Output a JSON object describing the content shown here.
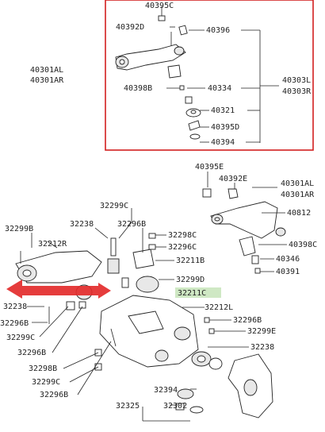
{
  "colors": {
    "red_frame": "#d21f1f",
    "highlight_bg": "#cfe8c4",
    "arrow": "#e32b2b",
    "ink": "#222222"
  },
  "upper_box": {
    "labels": {
      "p40395C": "40395C",
      "p40392D": "40392D",
      "p40396": "40396",
      "p40301AL": "40301AL",
      "p40301AR": "40301AR",
      "p40398B": "40398B",
      "p40334": "40334",
      "p40321": "40321",
      "p40395D": "40395D",
      "p40394": "40394",
      "p40303L": "40303L",
      "p40303R": "40303R"
    }
  },
  "lower": {
    "labels": {
      "p40395E": "40395E",
      "p40392E": "40392E",
      "p40301AL": "40301AL",
      "p40301AR": "40301AR",
      "p40812": "40812",
      "p40398C": "40398C",
      "p40346": "40346",
      "p40391": "40391",
      "p32299B": "32299B",
      "p32299C_a": "32299C",
      "p32238_a": "32238",
      "p32296B_a": "32296B",
      "p32212R": "32212R",
      "p32298C": "32298C",
      "p32296C": "32296C",
      "p32211B": "32211B",
      "p32299D": "32299D",
      "p32211C": "32211C",
      "p32238_b": "32238",
      "p32296B_b": "32296B",
      "p32299C_b": "32299C",
      "p32296B_c": "32296B",
      "p32298B": "32298B",
      "p32299C_c": "32299C",
      "p32296B_d": "32296B",
      "p32212L": "32212L",
      "p32296B_e": "32296B",
      "p32299E": "32299E",
      "p32238_c": "32238",
      "p32394": "32394",
      "p32325": "32325",
      "p32302": "32302"
    }
  }
}
